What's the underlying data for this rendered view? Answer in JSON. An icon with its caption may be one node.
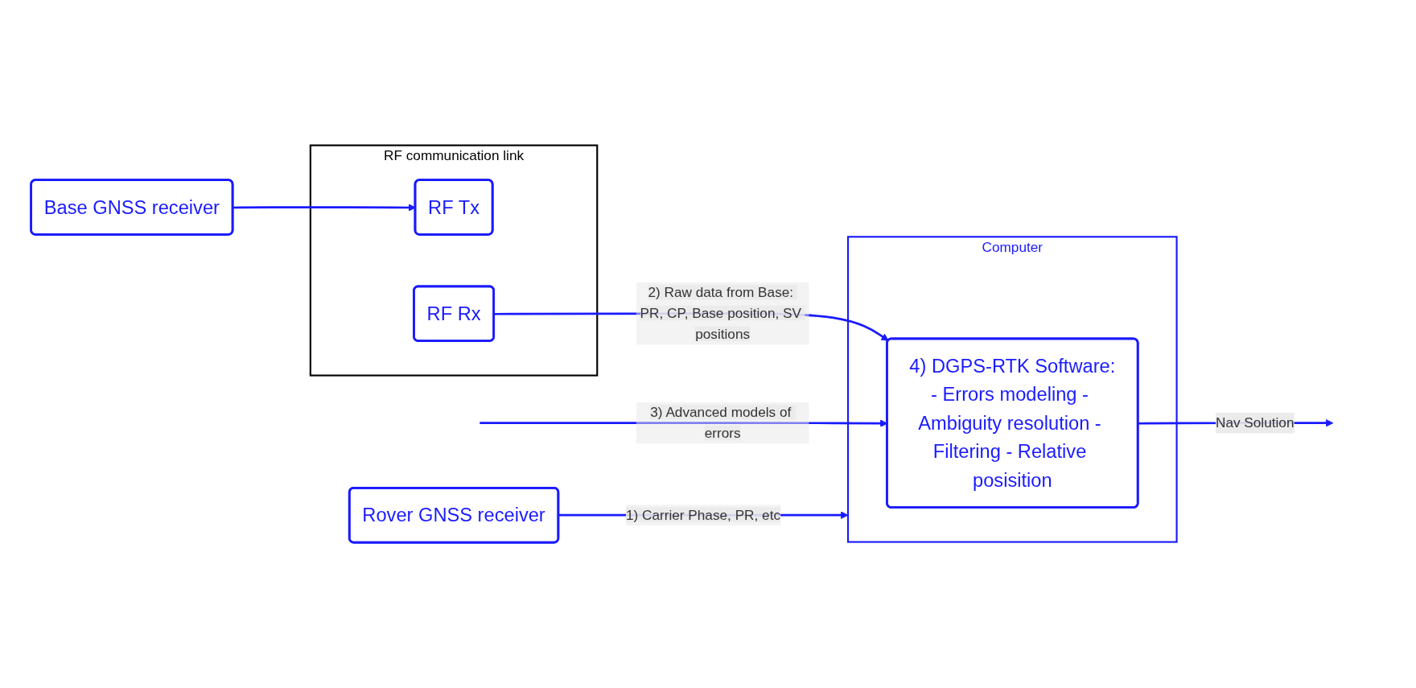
{
  "diagram": {
    "nodes": [
      {
        "text": [
          "Base GNSS receiver"
        ]
      },
      {
        "text": [
          "RF communication link"
        ]
      },
      {
        "text": [
          "RF Tx"
        ],
        "in": 1
      },
      {
        "text": [
          "RF Rx"
        ],
        "in": 1
      },
      {
        "text": [
          "Rover GNSS receiver"
        ]
      },
      {
        "text": [
          "Computer"
        ]
      },
      {
        "text": [
          "4) DGPS-RTK Software:",
          "- Errors modeling - Ambiguity resolution - Filtering - Relative posisition"
        ],
        "in": 5
      }
    ],
    "edges": [
      {
        "from": 0,
        "to": 2,
        "arrow": "to"
      },
      {
        "from": 4,
        "to": 5,
        "arrow": "to",
        "label": "1) Carrier Phase, PR, etc"
      },
      {
        "from": 3,
        "to": 6,
        "arrow": "to",
        "label": "2) Raw data from Base: PR, CP, Base position, SV positions"
      },
      {
        "from": null,
        "to": 6,
        "arrow": "to",
        "label": "3) Advanced models of errors"
      },
      {
        "from": 6,
        "to": null,
        "arrow": "to",
        "label": "Nav Solution"
      }
    ]
  }
}
